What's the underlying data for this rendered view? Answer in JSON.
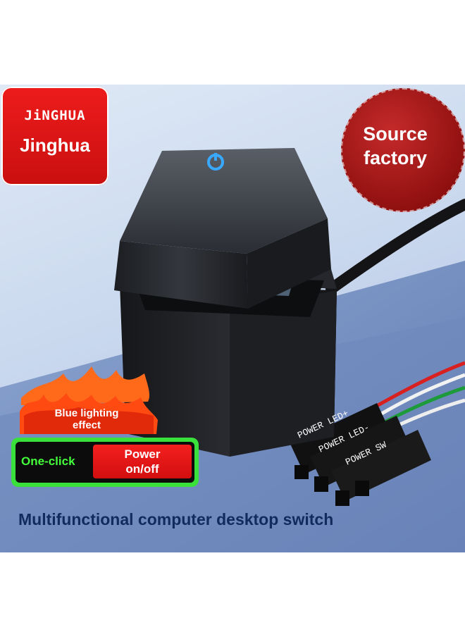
{
  "brand": {
    "logo_text": "JiNGHUA",
    "name": "Jinghua"
  },
  "badge": {
    "line1": "Source",
    "line2": "factory"
  },
  "features": {
    "lighting_line1": "Blue lighting",
    "lighting_line2": "effect",
    "oneclick_label": "One-click",
    "power_line1": "Power",
    "power_line2": "on/off"
  },
  "connectors": [
    "POWER LED+",
    "POWER LED-",
    "POWER SW"
  ],
  "headline": "Multifunctional computer desktop switch",
  "colors": {
    "brand_red": "#e31616",
    "badge_red": "#a31717",
    "green": "#39e13a",
    "headline_blue": "#122a5c",
    "led_blue": "#2f9bff"
  }
}
